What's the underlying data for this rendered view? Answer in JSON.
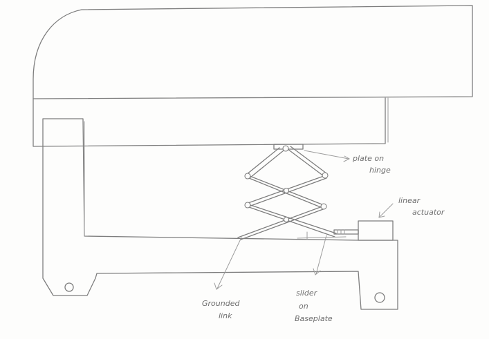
{
  "diagram": {
    "labels": {
      "plate": [
        "plate on",
        "hinge"
      ],
      "actuator": [
        "linear",
        "actuator"
      ],
      "grounded_link": [
        "Grounded",
        "link"
      ],
      "slider": [
        "slider",
        "on",
        "Baseplate"
      ]
    }
  }
}
